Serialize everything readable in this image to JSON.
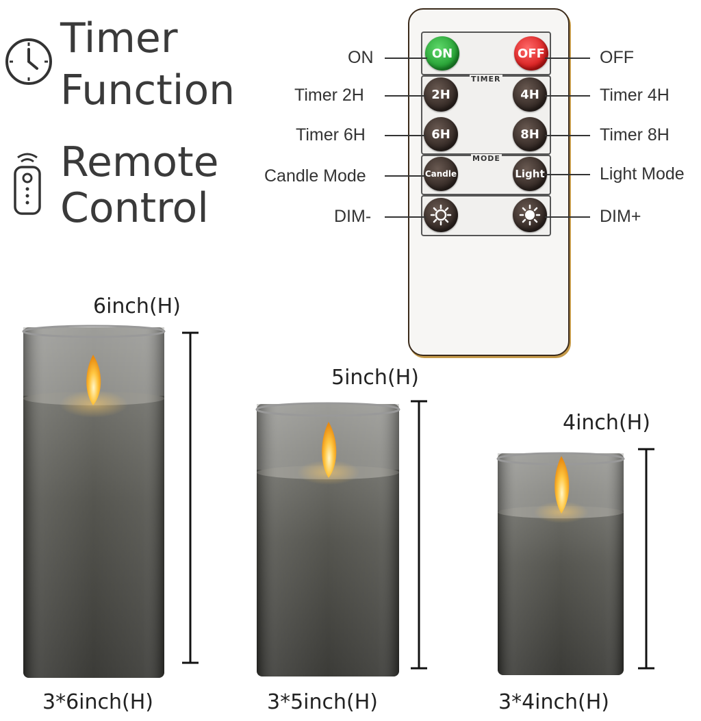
{
  "features": {
    "timer": {
      "line1": "Timer",
      "line2": "Function",
      "icon": "clock-icon"
    },
    "remote": {
      "line1": "Remote",
      "line2": "Control",
      "icon": "remote-icon"
    }
  },
  "remote": {
    "panel_timer_title": "TIMER",
    "panel_mode_title": "MODE",
    "buttons": {
      "on": "ON",
      "off": "OFF",
      "t2": "2H",
      "t4": "4H",
      "t6": "6H",
      "t8": "8H",
      "candle": "Candle",
      "light": "Light"
    },
    "labels": {
      "on": "ON",
      "off": "OFF",
      "t2": "Timer 2H",
      "t4": "Timer 4H",
      "t6": "Timer 6H",
      "t8": "Timer 8H",
      "candle": "Candle Mode",
      "light": "Light Mode",
      "dim_minus": "DIM-",
      "dim_plus": "DIM+"
    }
  },
  "candles": [
    {
      "height_label": "6inch(H)",
      "caption": "3*6inch(H)"
    },
    {
      "height_label": "5inch(H)",
      "caption": "3*5inch(H)"
    },
    {
      "height_label": "4inch(H)",
      "caption": "3*4inch(H)"
    }
  ],
  "colors": {
    "on_button": "#1f9a2e",
    "off_button": "#d41818",
    "glass": "#4a4a46"
  }
}
